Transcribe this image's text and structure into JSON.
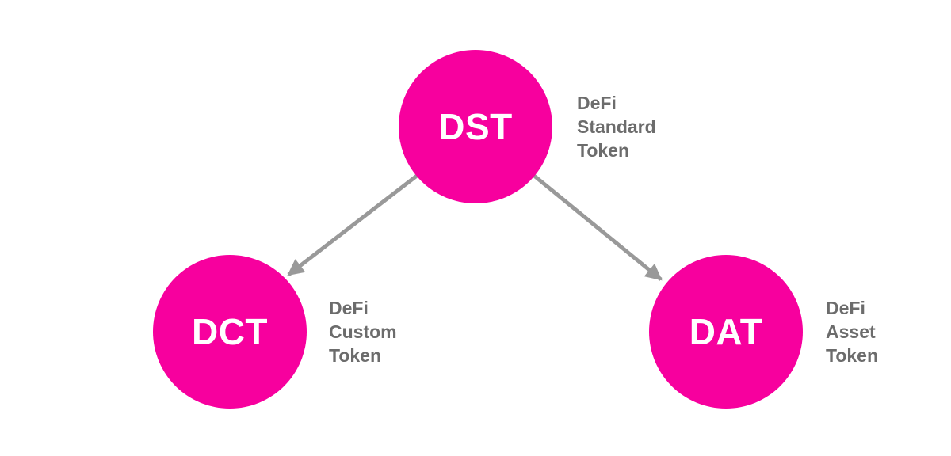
{
  "diagram": {
    "background": "#ffffff",
    "nodes": [
      {
        "id": "DST",
        "abbr": "DST",
        "label": "DeFi Standard Token",
        "label_lines": [
          "DeFi",
          "Standard",
          "Token"
        ]
      },
      {
        "id": "DCT",
        "abbr": "DCT",
        "label": "DeFi Custom Token",
        "label_lines": [
          "DeFi",
          "Custom",
          "Token"
        ]
      },
      {
        "id": "DAT",
        "abbr": "DAT",
        "label": "DeFi Asset Token",
        "label_lines": [
          "DeFi",
          "Asset",
          "Token"
        ]
      }
    ],
    "edges": [
      {
        "from": "DST",
        "to": "DCT",
        "style": "arrow"
      },
      {
        "from": "DST",
        "to": "DAT",
        "style": "arrow"
      }
    ],
    "colors": {
      "node_fill": "#f7009e",
      "node_text": "#ffffff",
      "arrow": "#999999",
      "label_text": "#6c6c6c"
    }
  }
}
